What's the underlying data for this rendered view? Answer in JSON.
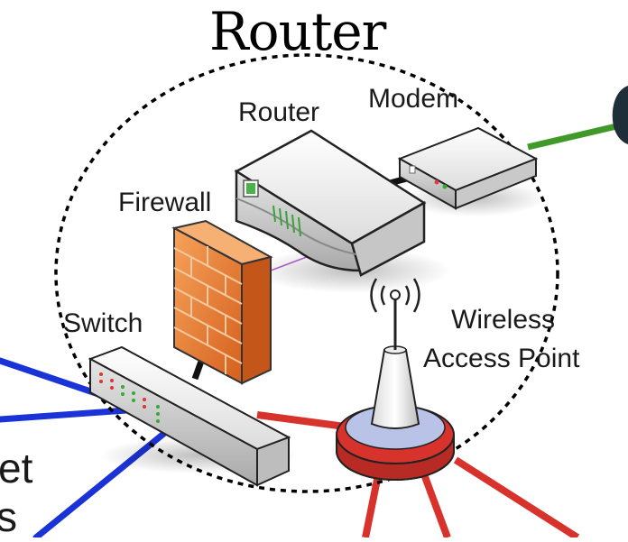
{
  "title": "Router",
  "labels": {
    "router": "Router",
    "modem": "Modem",
    "firewall": "Firewall",
    "switch": "Switch",
    "wireless_line1": "Wireless",
    "wireless_line2": "Access Point",
    "cut_left_1": "et",
    "cut_left_2": "s"
  },
  "colors": {
    "lan_cables": "#1a33d6",
    "wireless_links": "#d8322c",
    "internet_link": "#3f9a2a",
    "firewall": "#e8782e",
    "boundary": "#000000"
  }
}
